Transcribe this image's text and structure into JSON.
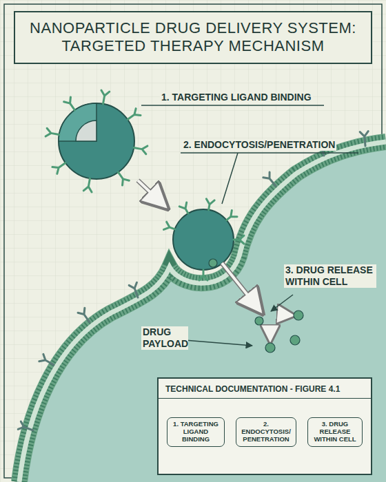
{
  "diagram": {
    "title": "NANOPARTICLE DRUG DELIVERY SYSTEM: TARGETED THERAPY MECHANISM",
    "nodes": [
      {
        "text": [
          "TECHNICAL DOCUMENTATION - FIGURE 4.1"
        ]
      },
      {
        "text": [
          "1. TARGETING LIGAND BINDING"
        ],
        "in": 0
      },
      {
        "text": [
          "2. ENDOCYTOSIS/ PENETRATION"
        ],
        "in": 0
      },
      {
        "text": [
          "3. DRUG RELEASE WITHIN CELL"
        ],
        "in": 0
      }
    ],
    "edges": [
      {
        "from": 1,
        "to": 2,
        "arrow": "to"
      },
      {
        "from": 2,
        "to": 3,
        "arrow": "to"
      }
    ],
    "labels": [
      "1. TARGETING LIGAND BINDING",
      "2. ENDOCYTOSIS/PENETRATION",
      "3. DRUG RELEASE WITHIN CELL",
      "DRUG PAYLOAD"
    ]
  }
}
